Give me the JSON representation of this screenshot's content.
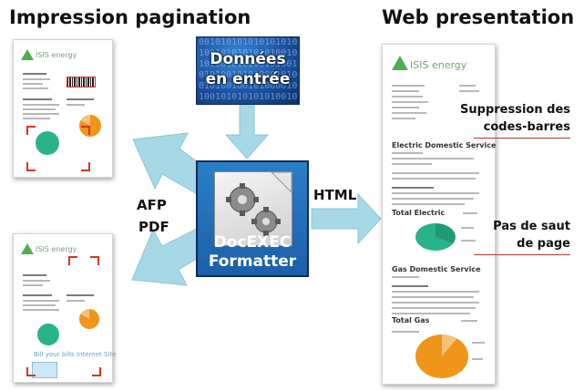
{
  "headings": {
    "left": "Impression  pagination",
    "right": "Web presentation"
  },
  "input": {
    "label_line1": "Données",
    "label_line2": "en entrée",
    "binary_texture": "0010101010101010101001010101010100101010010101001010010101001010100010100101001001010000101001010101010100101001010101010010101010101001010100101010101001010010101010010101001"
  },
  "formatter": {
    "label_line1": "DocEXEC",
    "label_line2": "Formatter",
    "icon": "gears-on-document-icon"
  },
  "outputs": {
    "print_line1": "AFP",
    "print_line2": "PDF",
    "web": "HTML"
  },
  "annotations": {
    "barcodes_line1": "Suppression des",
    "barcodes_line2": "codes-barres",
    "pagebreak_line1": "Pas de saut",
    "pagebreak_line2": "de page"
  },
  "web_doc": {
    "logo": "ISIS energy",
    "section1": "Electric Domestic Service",
    "section2": "Gas Domestic Service",
    "total1": "Total Electric",
    "total2": "Total Gas"
  },
  "print_doc": {
    "logo": "ISIS energy",
    "promo": "Bill your bills Internet Site"
  },
  "colors": {
    "arrow": "#a6d8e6",
    "mark_red": "#d9341f",
    "pie_green": "#2ab38a",
    "pie_orange": "#f0941a",
    "box_blue": "#1d5fa8"
  }
}
